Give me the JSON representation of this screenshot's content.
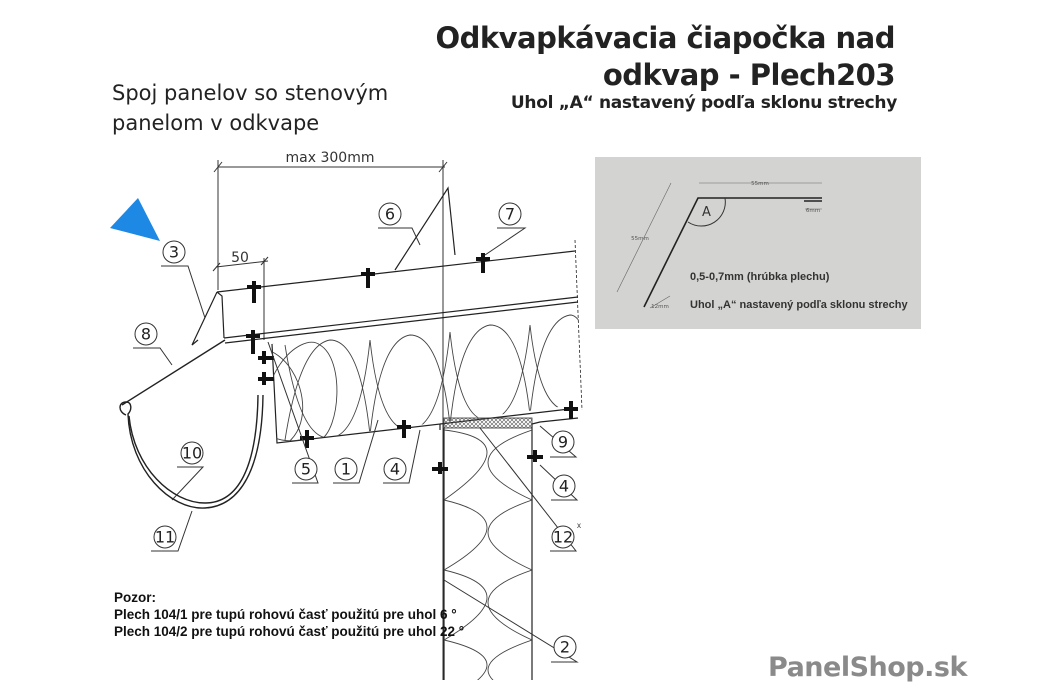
{
  "header": {
    "title_line1": "Odkvapkávacia čiapočka nad",
    "title_line2": "odkvap - Plech203",
    "subtitle": "Uhol „A“ nastavený podľa sklonu strechy"
  },
  "left_title": {
    "line1": "Spoj panelov so stenovým",
    "line2": "panelom v odkvape"
  },
  "drawing": {
    "dimension_max": "max 300mm",
    "dimension_50": "50",
    "labels": [
      "3",
      "6",
      "7",
      "8",
      "10",
      "11",
      "5",
      "1",
      "4",
      "9",
      "4",
      "12",
      "2"
    ],
    "label_12_mark": "x",
    "pointer_color": "#1e88e5"
  },
  "inset": {
    "top_dim": "55mm",
    "side_dim": "55mm",
    "fold_dim": "6mm",
    "bottom_dim": "12mm",
    "angle_label": "A",
    "thickness_text": "0,5-0,7mm (hrúbka plechu)",
    "angle_text": "Uhol „A“ nastavený podľa sklonu strechy",
    "background": "#d3d3d1"
  },
  "note": {
    "heading": "Pozor:",
    "line1": "Plech 104/1 pre tupú rohovú časť použitú pre uhol 6 °",
    "line2": "Plech 104/2 pre tupú rohovú časť použitú pre uhol 22 °"
  },
  "brand": "PanelShop.sk"
}
